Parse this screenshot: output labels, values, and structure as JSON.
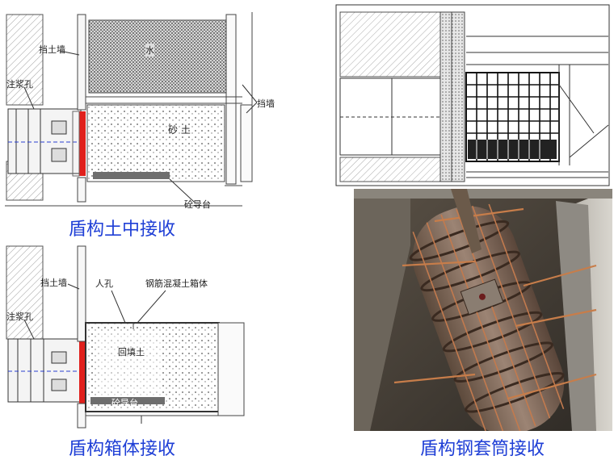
{
  "panel_soil": {
    "labels": {
      "retaining_wall": "挡土墙",
      "grouting_hole": "注浆孔",
      "water": "水",
      "wall": "挡墙",
      "sandy_soil": "砂 土",
      "guide_platform": "砼导台"
    },
    "caption": "盾构土中接收"
  },
  "panel_box": {
    "labels": {
      "retaining_wall": "挡土墙",
      "manhole": "人孔",
      "rc_box": "钢筋混凝土箱体",
      "grouting_hole": "注浆孔",
      "backfill": "回填土",
      "guide_platform": "砼导台"
    },
    "caption": "盾构箱体接收"
  },
  "panel_sleeve": {
    "caption": "盾构钢套筒接收"
  },
  "colors": {
    "caption": "#1f3fd6",
    "seal": "#e0201c",
    "guide": "#6e6e6e"
  }
}
